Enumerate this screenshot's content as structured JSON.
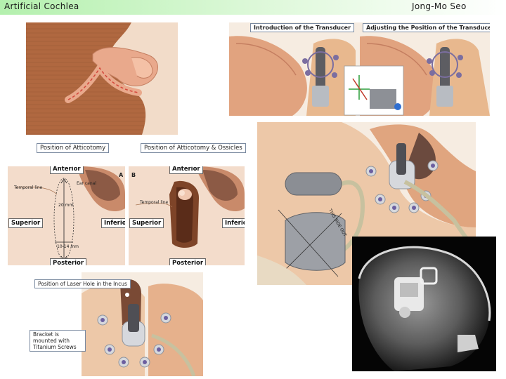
{
  "header": {
    "title": "Artificial Cochlea",
    "author": "Jong-Mo Seo"
  },
  "panels": {
    "transducer": {
      "introduction_label": "Introduction of the Transducer",
      "adjusting_label": "Adjusting the Position of the Transducer"
    },
    "atticotomy": {
      "title": "Position of Atticotomy",
      "panel_letter": "A",
      "anterior": "Anterior",
      "posterior": "Posterior",
      "superior": "Superior",
      "inferior": "Inferior",
      "temporal_line": "Temporal line",
      "ear_canal": "Ear canal",
      "length_20": "20 mm",
      "width": "10-14 mm"
    },
    "ossicles": {
      "title": "Position of Atticotomy & Ossicles",
      "panel_letter": "B",
      "anterior": "Anterior",
      "posterior": "Posterior",
      "superior": "Superior",
      "inferior": "Inferior",
      "temporal_line": "Temporal line"
    },
    "incus": {
      "title": "Position of Laser Hole in the Incus",
      "bracket_note": "Bracket is mounted with Titanium Screws"
    },
    "implant": {
      "side_text": "THIS SIDE OUT"
    }
  }
}
